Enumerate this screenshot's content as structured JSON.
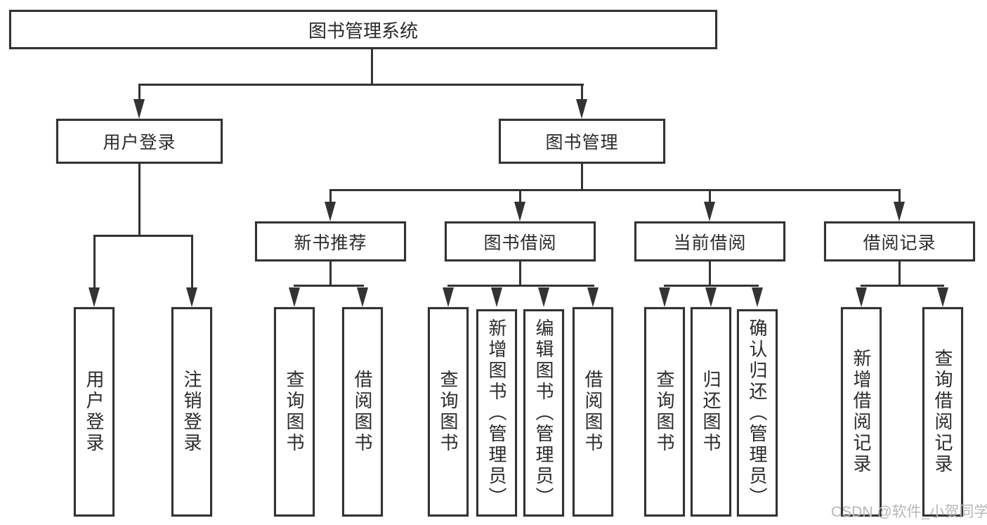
{
  "diagram": {
    "type": "tree",
    "title": "图书管理系统",
    "tree": {
      "root": "图书管理系统",
      "level2": {
        "user_login": "用户登录",
        "book_management": "图书管理"
      },
      "level3": {
        "new_book_recommend": "新书推荐",
        "book_borrow": "图书借阅",
        "current_borrow": "当前借阅",
        "borrow_records": "借阅记录"
      },
      "leaves": {
        "login_user_login": "用户登录",
        "login_logout": "注销登录",
        "recommend_query_book": "查询图书",
        "recommend_borrow_book": "借阅图书",
        "borrow_query_book": "查询图书",
        "borrow_add_book": "新增图书（管理员）",
        "borrow_edit_book": "编辑图书（管理员）",
        "borrow_borrow_book": "借阅图书",
        "current_query_book": "查询图书",
        "current_return_book": "归还图书",
        "current_confirm_return": "确认归还（管理员）",
        "records_add_record": "新增借阅记录",
        "records_query_record": "查询借阅记录"
      }
    },
    "watermark": "CSDN @软件_小贺同学",
    "colors": {
      "line": "#333333",
      "box_border": "#333333",
      "text": "#2b2b2b",
      "watermark": "#b8b8b8",
      "background": "#ffffff"
    }
  }
}
